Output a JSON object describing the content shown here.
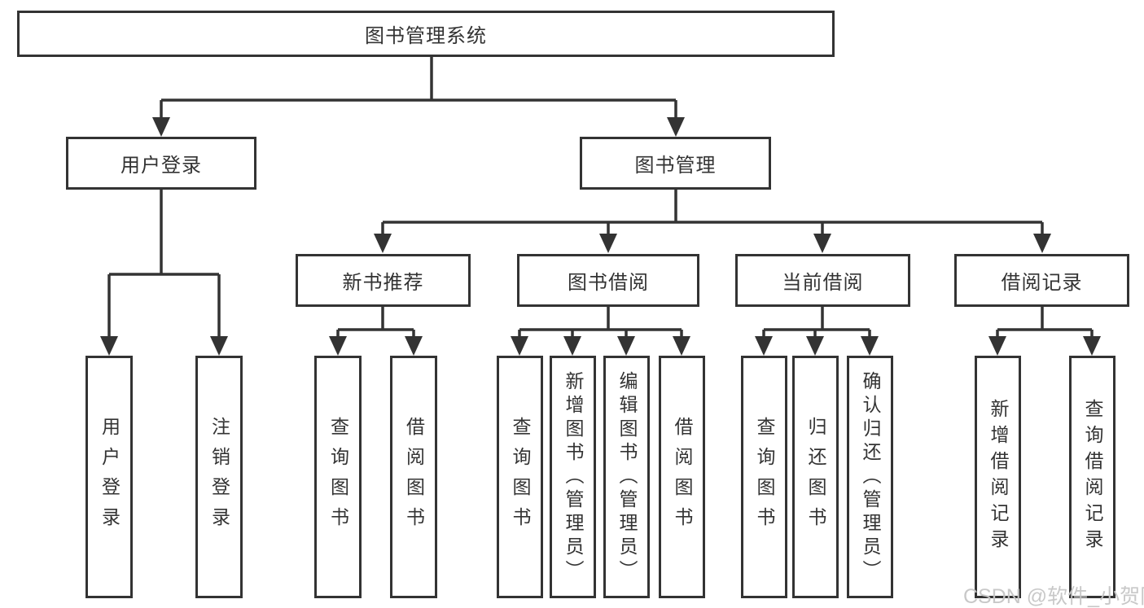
{
  "tree": {
    "root": "图书管理系统",
    "branches": [
      {
        "label": "用户登录",
        "children": [
          "用户登录",
          "注销登录"
        ]
      },
      {
        "label": "图书管理",
        "sections": [
          {
            "label": "新书推荐",
            "children": [
              "查询图书",
              "借阅图书"
            ]
          },
          {
            "label": "图书借阅",
            "children": [
              "查询图书",
              "新增图书（管理员）",
              "编辑图书（管理员）",
              "借阅图书"
            ]
          },
          {
            "label": "当前借阅",
            "children": [
              "查询图书",
              "归还图书",
              "确认归还（管理员）"
            ]
          },
          {
            "label": "借阅记录",
            "children": [
              "新增借阅记录",
              "查询借阅记录"
            ]
          }
        ]
      }
    ]
  },
  "watermark": "CSDN @软件_小贺同学",
  "colors": {
    "line": "#333333",
    "text": "#333333",
    "watermark": "#c6c6c6",
    "background": "#ffffff"
  }
}
